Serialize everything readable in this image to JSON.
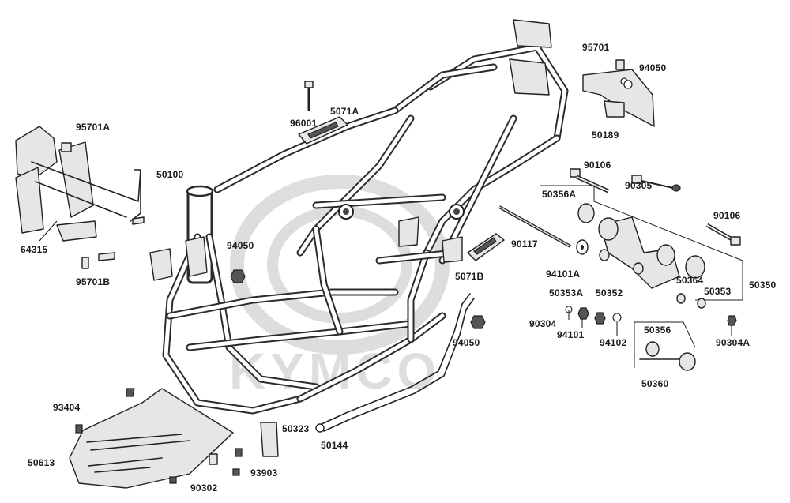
{
  "diagram": {
    "watermark": "KYMCO",
    "callouts": {
      "p95701": "95701",
      "p94050_top": "94050",
      "p96001": "96001",
      "p5071A": "5071A",
      "p50189": "50189",
      "p95701A": "95701A",
      "p50100": "50100",
      "p90106_top": "90106",
      "p90305": "90305",
      "p50356A": "50356A",
      "p90106_right": "90106",
      "p64315": "64315",
      "p94050_mid": "94050",
      "p90117": "90117",
      "p94101A": "94101A",
      "p5071B": "5071B",
      "p50364": "50364",
      "p50350": "50350",
      "p95701B": "95701B",
      "p50353A": "50353A",
      "p50352": "50352",
      "p50353": "50353",
      "p90304": "90304",
      "p94101": "94101",
      "p94102": "94102",
      "p94050_low": "94050",
      "p50356": "50356",
      "p90304A": "90304A",
      "p50360": "50360",
      "p93404": "93404",
      "p50323": "50323",
      "p50144": "50144",
      "p50613": "50613",
      "p93903": "93903",
      "p90302": "90302"
    }
  }
}
